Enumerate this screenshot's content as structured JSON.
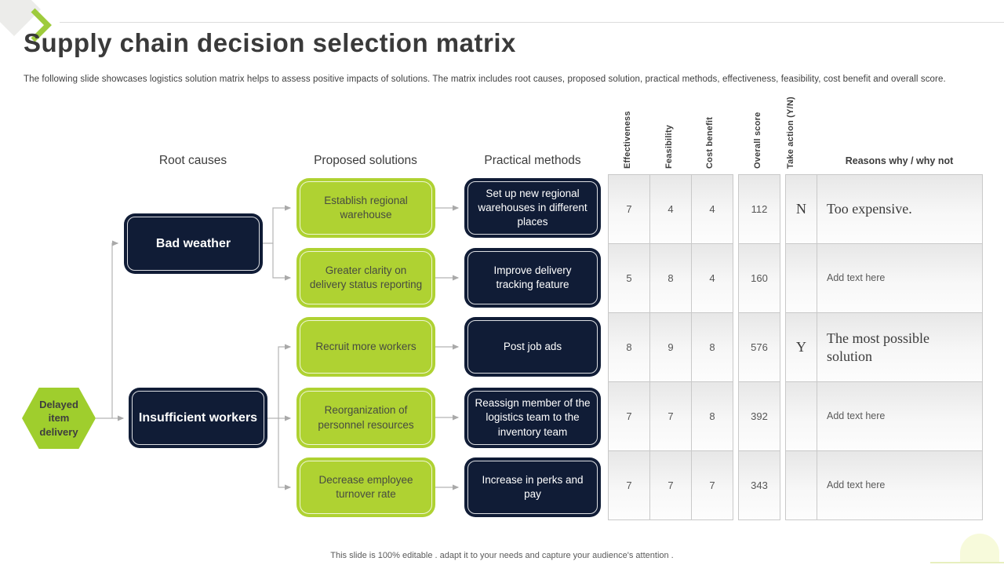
{
  "slide": {
    "title": "Supply chain decision selection matrix",
    "subtitle": "The following slide showcases logistics solution matrix helps to assess positive impacts of solutions. The matrix includes root causes, proposed solution, practical methods, effectiveness, feasibility, cost benefit and overall score.",
    "footer": "This slide is 100% editable . adapt it to your needs and capture your audience's attention ."
  },
  "colors": {
    "accent_green": "#afd232",
    "navy": "#101c36",
    "connector_gray": "#b3b3b3"
  },
  "flow": {
    "problem": "Delayed item delivery",
    "column_headers": {
      "root_causes": "Root causes",
      "proposed_solutions": "Proposed solutions",
      "practical_methods": "Practical methods"
    },
    "root_causes": [
      "Bad weather",
      "Insufficient workers"
    ],
    "solutions": [
      "Establish regional warehouse",
      "Greater clarity on delivery status reporting",
      "Recruit more workers",
      "Reorganization of personnel resources",
      "Decrease employee turnover rate"
    ],
    "methods": [
      "Set up new regional warehouses in different places",
      "Improve delivery tracking feature",
      "Post job ads",
      "Reassign member of the logistics team to the inventory team",
      "Increase in perks and pay"
    ]
  },
  "table": {
    "rotated_headers": {
      "effectiveness": "Effectiveness",
      "feasibility": "Feasibility",
      "cost_benefit": "Cost benefit",
      "overall_score": "Overall score",
      "take_action": "Take action (Y/N)"
    },
    "reasons_header": "Reasons  why / why not",
    "rows": [
      {
        "effectiveness": "7",
        "feasibility": "4",
        "cost_benefit": "4",
        "overall_score": "112",
        "take_action": "N",
        "reason": "Too expensive."
      },
      {
        "effectiveness": "5",
        "feasibility": "8",
        "cost_benefit": "4",
        "overall_score": "160",
        "take_action": "",
        "reason": "Add text here"
      },
      {
        "effectiveness": "8",
        "feasibility": "9",
        "cost_benefit": "8",
        "overall_score": "576",
        "take_action": "Y",
        "reason": "The most possible solution"
      },
      {
        "effectiveness": "7",
        "feasibility": "7",
        "cost_benefit": "8",
        "overall_score": "392",
        "take_action": "",
        "reason": "Add text here"
      },
      {
        "effectiveness": "7",
        "feasibility": "7",
        "cost_benefit": "7",
        "overall_score": "343",
        "take_action": "",
        "reason": "Add text here"
      }
    ]
  }
}
